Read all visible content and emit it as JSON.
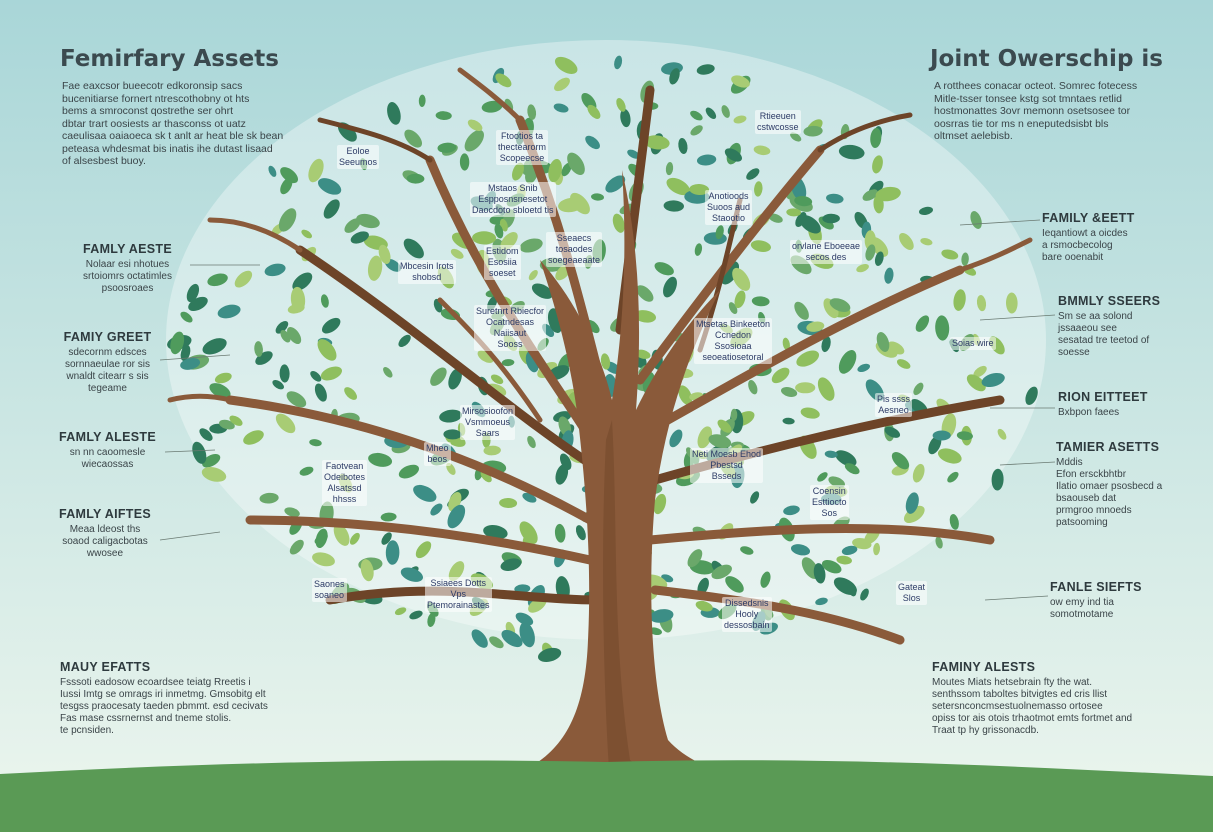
{
  "colors": {
    "sky_top": "#a9d6d8",
    "sky_bottom": "#edf6ee",
    "grass": "#5a9a55",
    "trunk": "#8a5a3a",
    "trunk_shade": "#6d4428",
    "leaf_colors": [
      "#2f7a5c",
      "#4f9b5c",
      "#8fbf5e",
      "#3c8e86",
      "#6aa86a",
      "#a8cc74"
    ]
  },
  "title_left": "Femirfary Assets",
  "title_right": "Joint Owerschip is",
  "intro_left": "Fae eaxcsor bueecotr edkoronsip sacs\nbucenitiarse fornert ntrescothobny ot hts\nbems a smroconst qostrethe ser ohrt\ndbtar trart oosiests ar thasconss ot uatz\ncaeulisaa oaiaoeca sk t anlt ar heat ble sk bean\npeteasa whdesmat bis inatis ihe dutast lisaad\nof alsesbest buoy.",
  "intro_right": "A rotthees conacar octeot. Somrec fotecess\nMitle-tsser tonsee kstg sot tmntaes retlid\nhostmonattes 3ovr memonn osetsosee tor\noosrras tie tor ms n eneputedsisbt bls\noltmset aelebisb.",
  "labels_left": [
    {
      "title": "FAMLY AESTE",
      "desc": "Nolaar esi nhotues\nsrtoiomrs octatimles\npsoosroaes"
    },
    {
      "title": "FAMIY GREET",
      "desc": "sdecornm edsces\nsornnaeulae ror sis\nwnaldt citearr s sis\ntegeame"
    },
    {
      "title": "FAMLY ALESTE",
      "desc": "sn nn caoomesle\nwiecaossas"
    },
    {
      "title": "FAMLY AIFTES",
      "desc": "Meaa ldeost ths\nsoaod caligacbotas\nwwosee"
    },
    {
      "title": "MAUY EFATTS",
      "desc": "Fsssoti eadosow ecoardsee teiatg Rreetis i\nIussi Imtg se omrags iri inmetmg. Gmsobitg elt\ntesgss praocesaty taeden pbmmt. esd cecivats\nFas mase cssrnernst and tneme stolis.\nte pcnsiden."
    }
  ],
  "labels_right": [
    {
      "title": "FAMILY &EETT",
      "desc": "Ieqantiowt a oicdes\na rsmocbecolog\nbare ooenabit"
    },
    {
      "title": "BMMLY SSEERS",
      "desc": "Sm se aa solond\njssaaeou see\nsesatad tre teetod of\nsoesse"
    },
    {
      "title": "RION EITTEET",
      "desc": "Bxbpon faees"
    },
    {
      "title": "TAMIER ASETTS",
      "desc": "Mddis\nEfon ersckbhtbr\nIlatio omaer psosbecd a\nbsaouseb dat\nprmgroo mnoeds\npatsooming"
    },
    {
      "title": "FANLE SIEFTS",
      "desc": "ow emy ind tia\nsomotmotame"
    },
    {
      "title": "FAMINY ALESTS",
      "desc": "Moutes Miats hetsebrain fty the wat.\nsenthssom taboltes bitvigtes ed cris llist\nsetersnconcmsestuolnemasso ortosee\nopiss tor ais otois trhaotmot emts fortmet and\nTraat tp hy grissonacdb."
    }
  ],
  "tree_labels": [
    "Eoloe\nSeeumos",
    "Ftootios ta\nthectearorm\nScopeecse",
    "Mstaos Snib\nEspposnsnesetot\nDaocdoto sbloetd tis",
    "Sseaecs\ntosaodes\nsoegeaeaate",
    "Estidom\nEsosiia\nsoeset",
    "Suretnrt Rbiecfor\nOcatndesas\nNaiisaut\nSooss",
    "Anotioods\nSuoos aud\nStaootio",
    "Rtieeuen\ncstwcosse",
    "orvlane Eboeeae\nsecos des",
    "Mtsetas Binkeeton\nCcnedon\nSsosioaa\nseoeatiosetoral",
    "Mbcesin Irots\nshobsd",
    "Mirsosioofon\nVsmmoeus\nSaars",
    "Mheo\nbeos",
    "Faotvean\nOdeibotes\nAlsatssd\nhhsss",
    "Neti Moesb Ehod\nPbestsd\nBsseds",
    "Pis ssss\nAesneo",
    "Coensin\nEsttiocto\nSos",
    "Ssiaees Dotts\nVps\nPtemorainastes",
    "Saones\nsoaneo",
    "Dissedsnis\nHooly\ndessosbain",
    "Gateat\nSlos",
    "Soias wire"
  ]
}
